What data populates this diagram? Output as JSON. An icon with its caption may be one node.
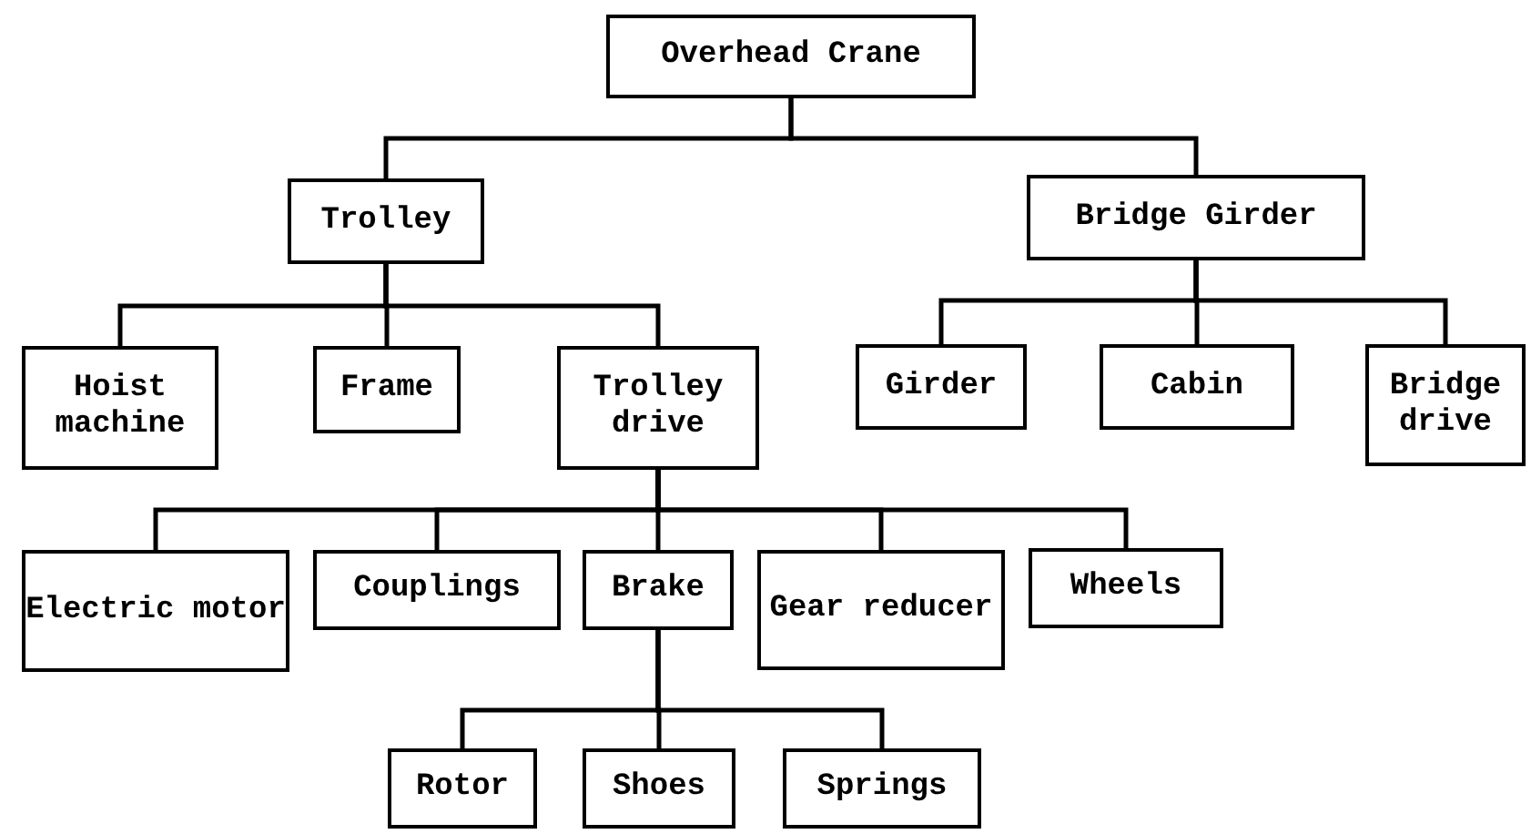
{
  "diagram": {
    "nodes": [
      {
        "text": [
          "Overhead Crane"
        ]
      },
      {
        "text": [
          "Trolley"
        ]
      },
      {
        "text": [
          "Bridge Girder"
        ]
      },
      {
        "text": [
          "Hoist machine"
        ]
      },
      {
        "text": [
          "Frame"
        ]
      },
      {
        "text": [
          "Trolley drive"
        ]
      },
      {
        "text": [
          "Girder"
        ]
      },
      {
        "text": [
          "Cabin"
        ]
      },
      {
        "text": [
          "Bridge drive"
        ]
      },
      {
        "text": [
          "Electric motor"
        ]
      },
      {
        "text": [
          "Couplings"
        ]
      },
      {
        "text": [
          "Brake"
        ]
      },
      {
        "text": [
          "Gear reducer"
        ]
      },
      {
        "text": [
          "Wheels"
        ]
      },
      {
        "text": [
          "Rotor"
        ]
      },
      {
        "text": [
          "Shoes"
        ]
      },
      {
        "text": [
          "Springs"
        ]
      }
    ],
    "edges": [
      {
        "from": 0,
        "to": 1,
        "arrow": "none"
      },
      {
        "from": 0,
        "to": 2,
        "arrow": "none"
      },
      {
        "from": 1,
        "to": 3,
        "arrow": "none"
      },
      {
        "from": 1,
        "to": 4,
        "arrow": "none"
      },
      {
        "from": 1,
        "to": 5,
        "arrow": "none"
      },
      {
        "from": 2,
        "to": 6,
        "arrow": "none"
      },
      {
        "from": 2,
        "to": 7,
        "arrow": "none"
      },
      {
        "from": 2,
        "to": 8,
        "arrow": "none"
      },
      {
        "from": 5,
        "to": 9,
        "arrow": "none"
      },
      {
        "from": 5,
        "to": 10,
        "arrow": "none"
      },
      {
        "from": 5,
        "to": 11,
        "arrow": "none"
      },
      {
        "from": 5,
        "to": 12,
        "arrow": "none"
      },
      {
        "from": 5,
        "to": 13,
        "arrow": "none"
      },
      {
        "from": 11,
        "to": 14,
        "arrow": "none"
      },
      {
        "from": 11,
        "to": 15,
        "arrow": "none"
      },
      {
        "from": 11,
        "to": 16,
        "arrow": "none"
      }
    ]
  }
}
